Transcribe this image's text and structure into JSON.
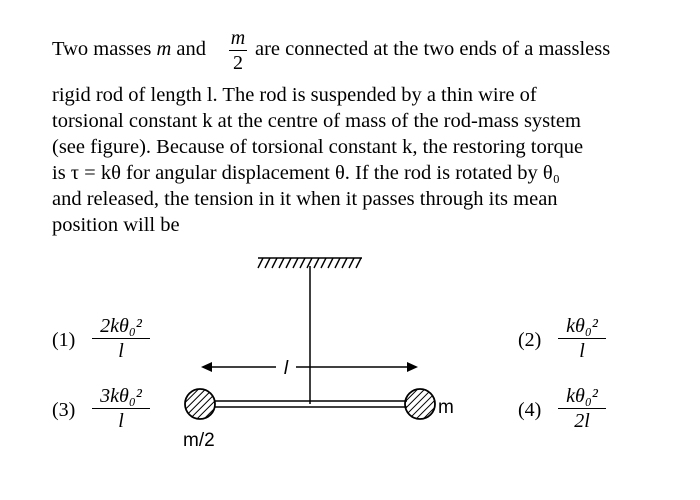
{
  "question": {
    "line1_a": "Two masses ",
    "line1_m": "m",
    "line1_and": " and",
    "line1_b": "are connected at the two ends of a massless",
    "frac_num": "m",
    "frac_den": "2",
    "lines": [
      "rigid rod of length l. The rod is suspended by a thin wire of",
      "torsional constant k at the centre of mass of the rod-mass system",
      "(see figure). Because of torsional constant k, the restoring torque",
      "is τ = kθ for angular displacement θ. If the rod is rotated by θ₀",
      "and released, the tension in it when it passes through its mean",
      "position will be"
    ]
  },
  "options": [
    {
      "label": "(1)",
      "num": "2kθ₀²",
      "den": "l"
    },
    {
      "label": "(2)",
      "num": "kθ₀²",
      "den": "l"
    },
    {
      "label": "(3)",
      "num": "3kθ₀²",
      "den": "l"
    },
    {
      "label": "(4)",
      "num": "kθ₀²",
      "den": "2l"
    }
  ],
  "figure": {
    "rod_label": "l",
    "left_mass_label": "m/2",
    "right_mass_label": "m"
  }
}
